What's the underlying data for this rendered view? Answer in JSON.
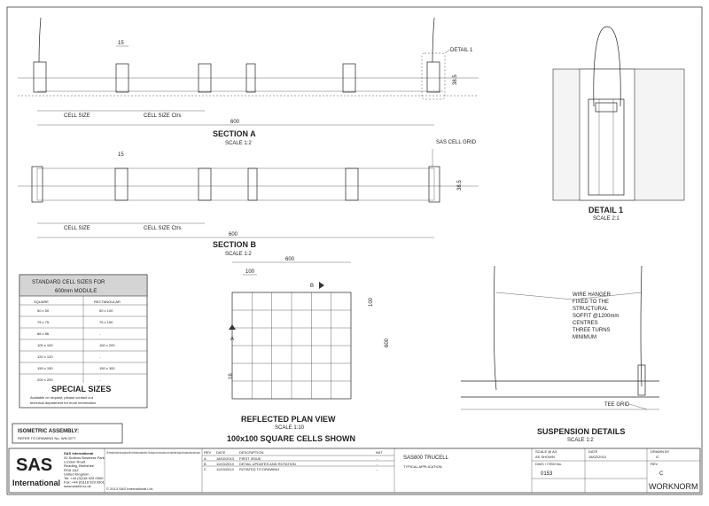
{
  "section_a": {
    "title": "SECTION A",
    "scale": "SCALE 1:2",
    "detail_ref": "DETAIL 1",
    "dim_top": "15",
    "dim_height": "38.5",
    "cell_size": "CELL SIZE",
    "cell_size_ctrs": "CELL SIZE Ctrs",
    "overall": "600"
  },
  "section_b": {
    "title": "SECTION B",
    "scale": "SCALE 1:2",
    "grid_label": "SAS CELL GRID",
    "dim_top": "15",
    "dim_height": "38.5",
    "cell_size": "CELL SIZE",
    "cell_size_ctrs": "CELL SIZE Ctrs",
    "overall": "600"
  },
  "detail_1": {
    "title": "DETAIL 1",
    "scale": "SCALE 2:1"
  },
  "cell_table": {
    "title_line1": "STANDARD CELL SIZES FOR",
    "title_line2": "600mm MODULE",
    "columns": [
      "SQUARE",
      "RECTANGULAR"
    ],
    "rows": [
      [
        "50 x 50",
        "50 x 100"
      ],
      [
        "75 x 75",
        "75 x 150"
      ],
      [
        "86 x 86",
        "-"
      ],
      [
        "100 x 100",
        "100 x 200"
      ],
      [
        "120 x 120",
        "-"
      ],
      [
        "150 x 150",
        "150 x 300"
      ],
      [
        "200 x 200",
        "-"
      ]
    ],
    "special_title": "SPECIAL SIZES",
    "special_line1": "Available on request, please contact our",
    "special_line2": "technical department for more information"
  },
  "plan_view": {
    "title": "REFLECTED PLAN VIEW",
    "scale": "SCALE 1:10",
    "caption": "100x100 SQUARE CELLS SHOWN",
    "dim_600": "600",
    "dim_100": "100",
    "dim_side_100": "100",
    "dim_side_600": "600",
    "dim_16": "16",
    "marker_a": "A",
    "marker_b": "B"
  },
  "suspension": {
    "title": "SUSPENSION DETAILS",
    "scale": "SCALE 1:2",
    "note_lines": [
      "WIRE HANGER",
      "FIXED TO THE",
      "STRUCTURAL",
      "SOFFIT @1200mm",
      "CENTRES",
      "THREE TURNS",
      "MINIMUM"
    ],
    "tee_grid": "TEE GRID"
  },
  "isometric": {
    "title": "ISOMETRIC ASSEMBLY:",
    "ref": "REFER TO DRAWING No. WN 0277"
  },
  "revisions": {
    "headers": [
      "REV",
      "DATE",
      "DESCRIPTION",
      "INIT"
    ],
    "rows": [
      [
        "A",
        "18/02/2013",
        "FIRST ISSUE",
        "..."
      ],
      [
        "B",
        "11/03/2013",
        "DETAIL UPDATES AND ROTATION",
        "..."
      ],
      [
        "C",
        "11/03/2013",
        "ROTATED TO DRAWING",
        "..."
      ]
    ]
  },
  "company": {
    "logo_top": "SAS",
    "logo_bottom": "International",
    "name": "SAS International",
    "address_lines": [
      "31 Suttons Business Park",
      "London Road",
      "Reading, Berkshire",
      "RG6 1AZ",
      "United Kingdom",
      "Tel: +44 (0)118 929 0900",
      "Fax: +44 (0)118 929 0901",
      "www.sasint.co.uk"
    ],
    "legal": "SAS International Limited retain copyright and title in all information contained herein. This drawing is not to be reproduced, nor the subject matter divulged to third parties without written consent.",
    "copyright": "© 2013 SAS International Ltd."
  },
  "title_block": {
    "product": "SAS800 TRUCELL",
    "application": "TYPICAL APPLICATION",
    "scale_label": "SCALE @ A3",
    "scale_value": "AS SHOWN",
    "date_label": "DATE",
    "date_value": "18/02/2013",
    "drawn_label": "DRAWN BY",
    "drawn_value": "IC",
    "dwg_label": "DWG / ITEM No.",
    "dwg_value": "0153",
    "rev_label": "REV",
    "rev_value": "C",
    "brand": "WORKNORM"
  }
}
